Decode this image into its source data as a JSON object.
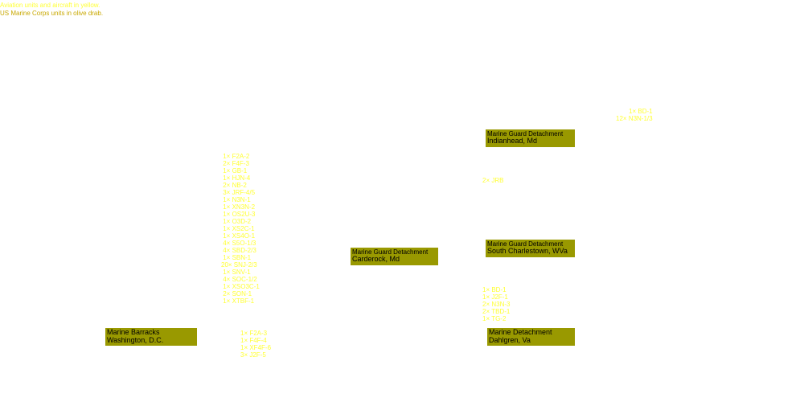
{
  "legend": {
    "aviation_note": "Aviation units and aircraft in yellow.",
    "usmc_note": "US Marine Corps units in olive drab."
  },
  "colors": {
    "olive_drab": "#999900",
    "aviation_yellow": "#ffff33",
    "background": "#ffffff"
  },
  "units": {
    "washington": {
      "name": "Marine Barracks",
      "location": "Washington, D.C."
    },
    "carderock": {
      "name": "Marine Guard Detachment",
      "location": "Carderock, Md"
    },
    "indianhead": {
      "name": "Marine Guard Detachment",
      "location": "Indianhead, Md"
    },
    "south_charlestown": {
      "name": "Marine Guard Detachment",
      "location": "South Charlestown, WVa"
    },
    "dahlgren": {
      "name": "Marine Detachment",
      "location": "Dahlgren, Va"
    }
  },
  "aircraft": {
    "washington_main": [
      " 1× F2A-2",
      " 2× F4F-3",
      " 1× GB-1",
      " 1× HJN-4",
      " 2× NB-2",
      " 3× JRF-4/5",
      " 1× N3N-1",
      " 1× XN3N-2",
      " 1× OS2U-3",
      " 1× O3D-2",
      " 1× XS2C-1",
      " 1× XS4O-1",
      " 4× S5O-1/3",
      " 4× SBD-2/3",
      " 1× SBN-1",
      "20× SNJ-2/3",
      " 1× SNV-1",
      " 4× SOC-1/2",
      " 1× XSO3C-1",
      " 2× SON-1",
      " 1× XTBF-1"
    ],
    "washington_secondary": [
      "1× F2A-3",
      "1× F4F-4",
      "1× XF4F-6",
      "3× J2F-5"
    ],
    "indianhead_top": [
      "1× BD-1",
      "12× N3N-1/3"
    ],
    "jrb": [
      "2× JRB"
    ],
    "dahlgren": [
      "1× BD-1",
      "1× J2F-1",
      "2× N3N-3",
      "2× TBD-1",
      "1× TG-2"
    ]
  }
}
